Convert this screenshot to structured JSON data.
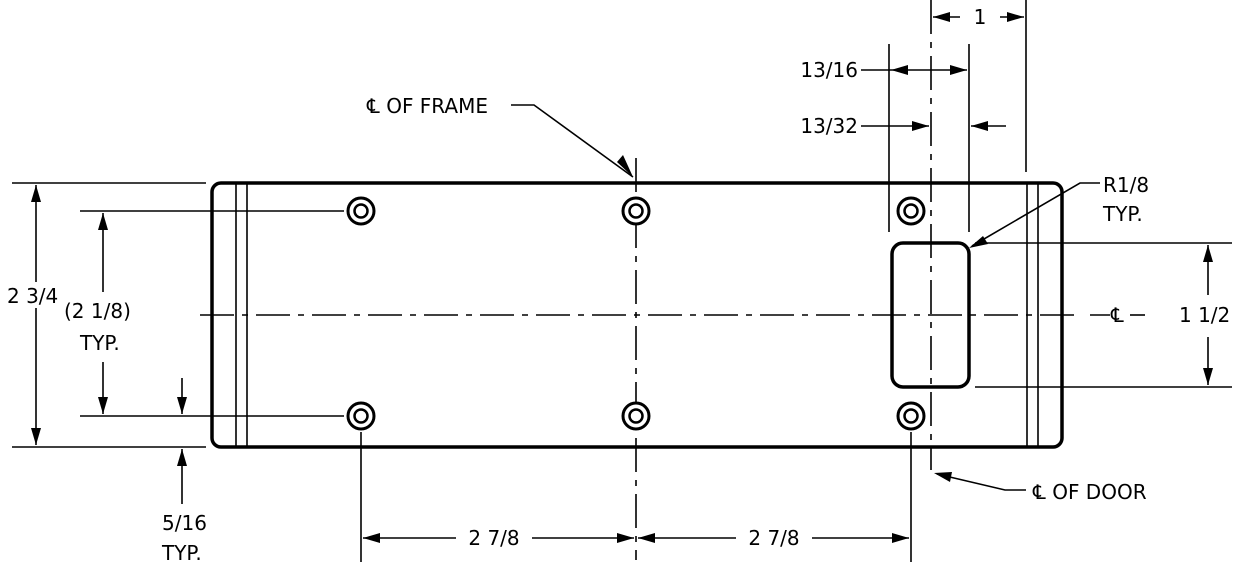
{
  "labels": {
    "cl_frame": "℄ OF FRAME",
    "cl_door": "℄ OF DOOR",
    "cl_mark": "℄",
    "dim_1": "1",
    "dim_13_16": "13/16",
    "dim_13_32": "13/32",
    "r_1_8": "R1/8",
    "typ": "TYP.",
    "dim_2_3_4": "2 3/4",
    "dim_2_1_8": "(2 1/8)",
    "dim_1_1_2": "1 1/2",
    "dim_5_16": "5/16",
    "dim_2_7_8_left": "2 7/8",
    "dim_2_7_8_right": "2 7/8"
  }
}
